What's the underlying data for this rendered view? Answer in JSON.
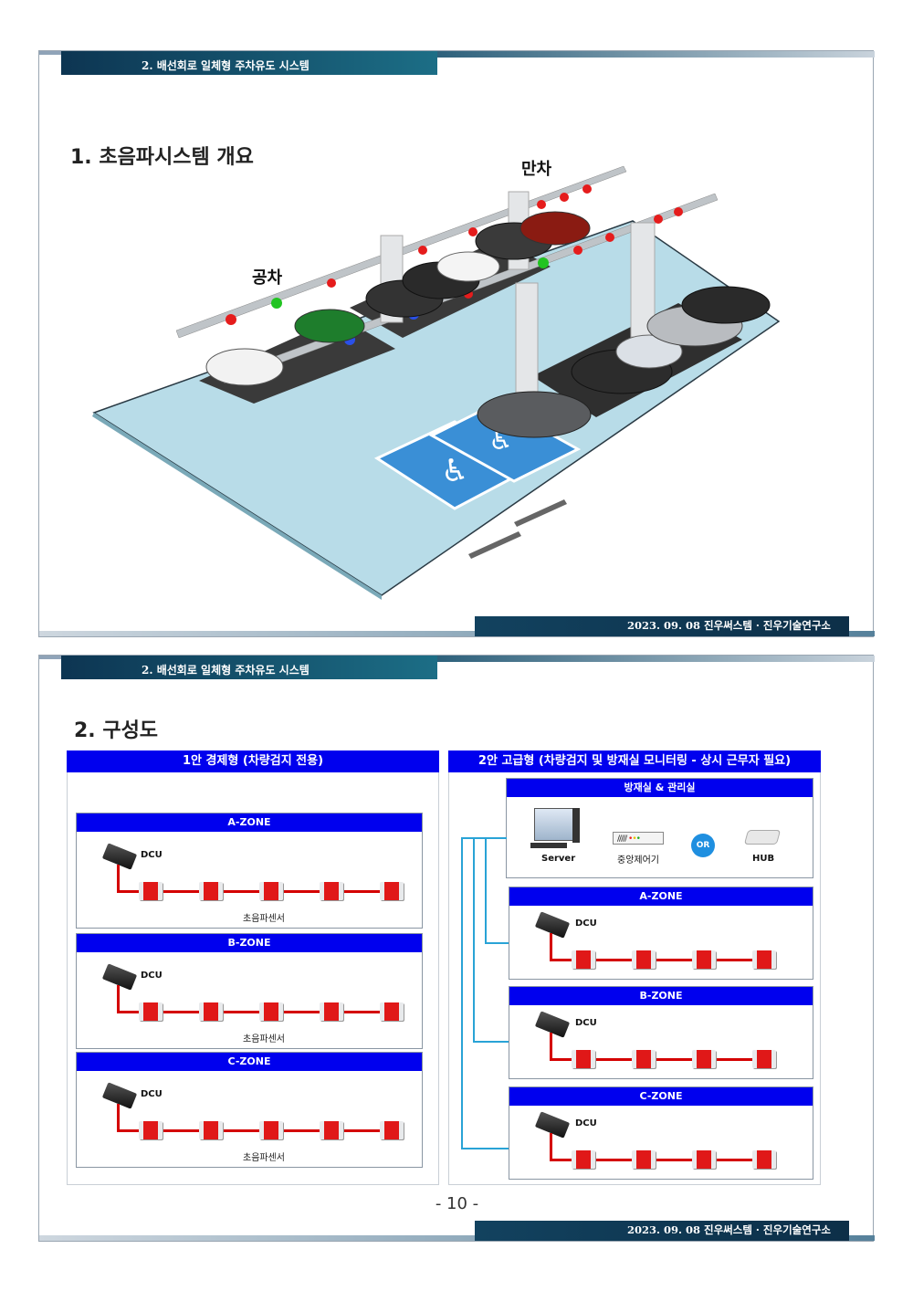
{
  "header_title": "2. 배선회로 일체형 주차유도 시스템",
  "footer_text": "2023. 09. 08 진우써스템 · 진우기술연구소",
  "slide1": {
    "section_title": "1. 초음파시스템 개요",
    "label_full": "만차",
    "label_empty": "공차"
  },
  "slide2": {
    "section_title": "2. 구성도",
    "plan1_title": "1안 경제형 (차량검지 전용)",
    "plan2_title": "2안 고급형 (차량검지 및 방재실 모니터링 - 상시 근무자 필요)",
    "control_room": "방재실 & 관리실",
    "server": "Server",
    "controller": "중앙제어기",
    "or": "OR",
    "hub": "HUB",
    "zones": [
      "A-ZONE",
      "B-ZONE",
      "C-ZONE"
    ],
    "dcu": "DCU",
    "sensor": "초음파센서"
  },
  "page_number": "- 10 -"
}
